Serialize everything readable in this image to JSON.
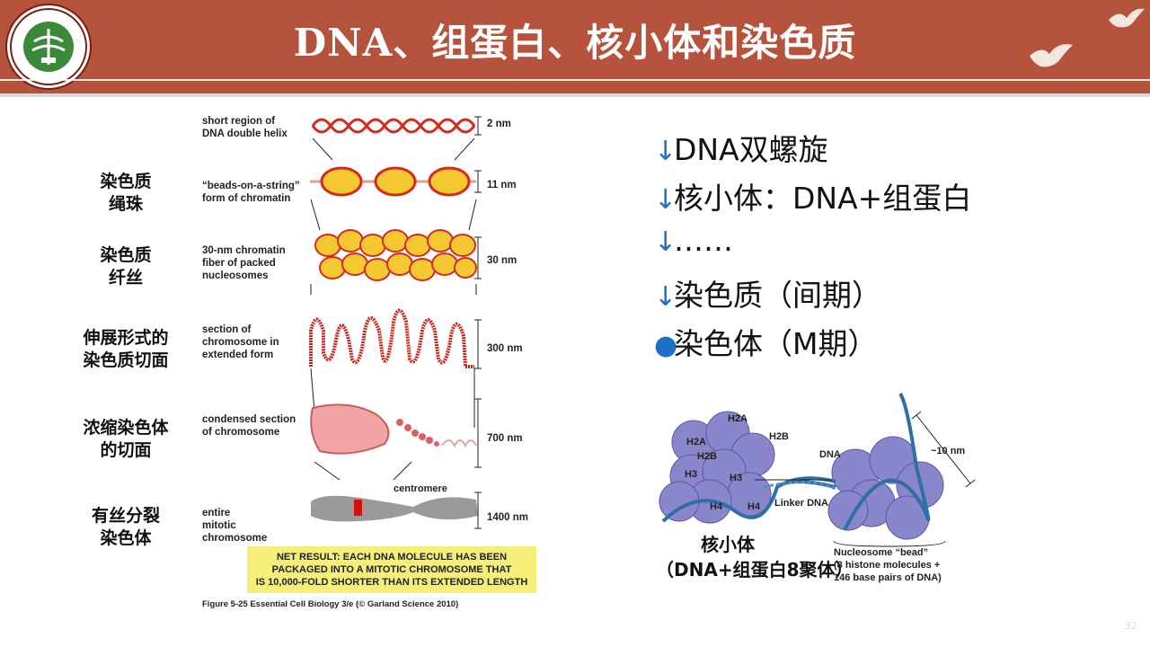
{
  "slide": {
    "title": "DNA、组蛋白、核小体和染色质",
    "page_number": "32"
  },
  "left_figure": {
    "side_labels": {
      "beads": "染色质\n绳珠",
      "fiber": "染色质\n纤丝",
      "extended": "伸展形式的\n染色质切面",
      "condensed": "浓缩染色体\n的切面",
      "mitotic": "有丝分裂\n染色体"
    },
    "descriptions": {
      "helix": "short region of\nDNA double helix",
      "beads": "“beads-on-a-string”\nform of chromatin",
      "fiber": "30-nm chromatin\nfiber of packed\nnucleosomes",
      "extended": "section of\nchromosome in\nextended form",
      "condensed": "condensed section\nof chromosome",
      "mitotic": "entire\nmitotic\nchromosome"
    },
    "scales": {
      "s2": "2 nm",
      "s11": "11 nm",
      "s30": "30 nm",
      "s300": "300 nm",
      "s700": "700 nm",
      "s1400": "1400 nm"
    },
    "centromere": "centromere",
    "net_result": "NET RESULT: EACH DNA MOLECULE HAS BEEN\nPACKAGED INTO A MITOTIC CHROMOSOME THAT\nIS 10,000-FOLD SHORTER THAN ITS EXTENDED LENGTH",
    "caption": "Figure 5-25  Essential Cell Biology 3/e (© Garland Science 2010)"
  },
  "bullets": [
    {
      "text": "DNA双螺旋",
      "marker": "↓"
    },
    {
      "text": "核小体：DNA+组蛋白",
      "marker": "↓"
    },
    {
      "text": "……",
      "marker": "↓"
    },
    {
      "text": "染色质（间期）",
      "marker": "↓"
    },
    {
      "text": "染色体（M期）",
      "marker": "●"
    }
  ],
  "right_figure": {
    "histones": [
      "H2A",
      "H2A",
      "H2B",
      "H2B",
      "H3",
      "H3",
      "H4",
      "H4"
    ],
    "linker": "Linker DNA",
    "dna": "DNA",
    "size": "~10 nm",
    "main_label": "核小体\n（DNA+组蛋白8聚体）",
    "bead_label": "Nucleosome “bead”\n(8 histone molecules +\n146 base pairs of DNA)"
  },
  "colors": {
    "header": "#b5533c",
    "bullet_marker": "#1f6fc5",
    "net_result_bg": "#f5ef7a",
    "dna_red": "#d42b1f",
    "histone_yellow": "#f3c830",
    "nucleosome_purple": "#8a86cc"
  }
}
